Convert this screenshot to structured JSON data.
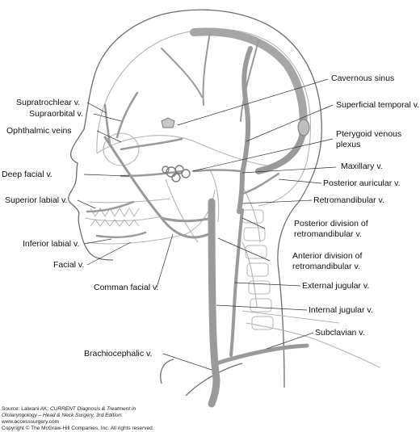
{
  "labels": {
    "supratrochlear": "Supratrochlear v.",
    "supraorbital": "Supraorbital v.",
    "ophthalmic": "Ophthalmic veins",
    "deep_facial": "Deep facial v.",
    "superior_labial": "Superior labial v.",
    "inferior_labial": "Inferior labial v.",
    "facial": "Facial v.",
    "common_facial": "Comman facial v.",
    "brachiocephalic": "Brachiocephalic v.",
    "cavernous_sinus": "Cavernous sinus",
    "superficial_temporal": "Superficial temporal v.",
    "pterygoid_1": "Pterygoid venous",
    "pterygoid_2": "plexus",
    "maxillary": "Maxillary v.",
    "posterior_auricular": "Posterior auricular v.",
    "retromandibular": "Retromandibular v.",
    "posterior_division_1": "Posterior division of",
    "posterior_division_2": "retromandibular v.",
    "anterior_division_1": "Anterior division of",
    "anterior_division_2": "retromandibular v.",
    "external_jugular": "External jugular v.",
    "internal_jugular": "Internal jugular v.",
    "subclavian": "Subclavian v."
  },
  "source": {
    "line1_prefix": "Source: Lalwani AK: ",
    "line1_italic": "CURRENT Diagnosis & Treatment in",
    "line2_italic": "Otolaryngology – Head & Neck Surgery, 3rd Edition",
    "line2_suffix": ":",
    "line3": "www.accesssurgery.com",
    "line4": "Copyright © The McGraw-Hill Companies, Inc. All rights reserved."
  },
  "colors": {
    "vein": "#9a9a9a",
    "vein_dark": "#7a7a7a",
    "outline": "#6e6e6e",
    "bone": "#b4b4b4"
  }
}
